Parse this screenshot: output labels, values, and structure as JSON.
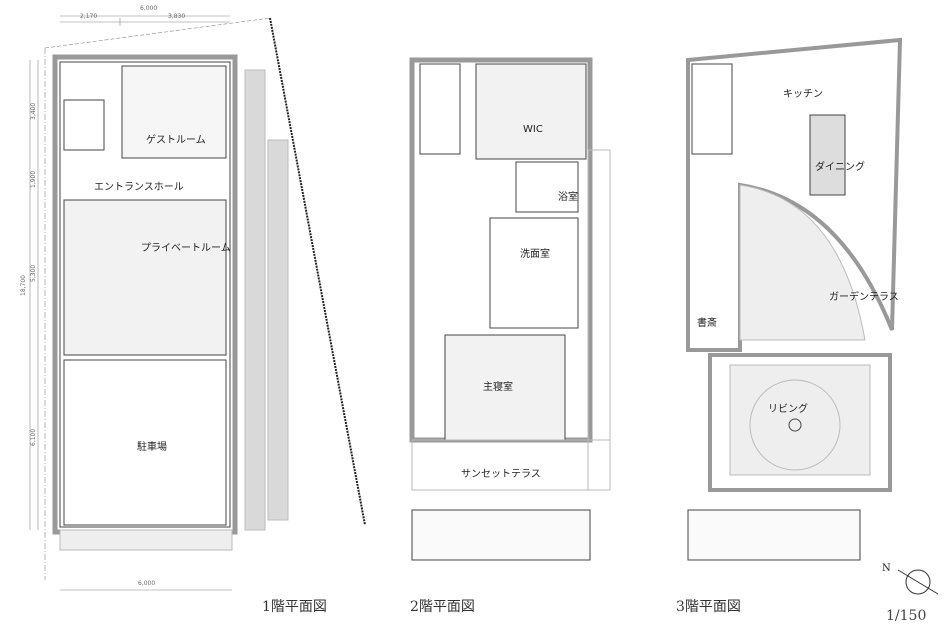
{
  "plans": [
    {
      "title": "1階平面図",
      "rooms": [
        "ゲストルーム",
        "エントランスホール",
        "プライベートルーム",
        "駐車場"
      ],
      "dimensions": {
        "top_total": "6,000",
        "top_left": "2,170",
        "top_right": "3,830",
        "left_1": "3,400",
        "left_2": "1,900",
        "left_total": "18,700",
        "left_3": "5,300",
        "left_4": "6,100",
        "bottom_total": "6,000"
      }
    },
    {
      "title": "2階平面図",
      "rooms": [
        "WIC",
        "浴室",
        "洗面室",
        "主寝室",
        "サンセットテラス"
      ]
    },
    {
      "title": "3階平面図",
      "rooms": [
        "キッチン",
        "ダイニング",
        "ガーデンテラス",
        "書斎",
        "リビング"
      ]
    }
  ],
  "north_label": "N",
  "scale": "1/150",
  "colors": {
    "wall": "#bdbdbd",
    "line": "#444444",
    "paving": "#d9d9d9"
  }
}
